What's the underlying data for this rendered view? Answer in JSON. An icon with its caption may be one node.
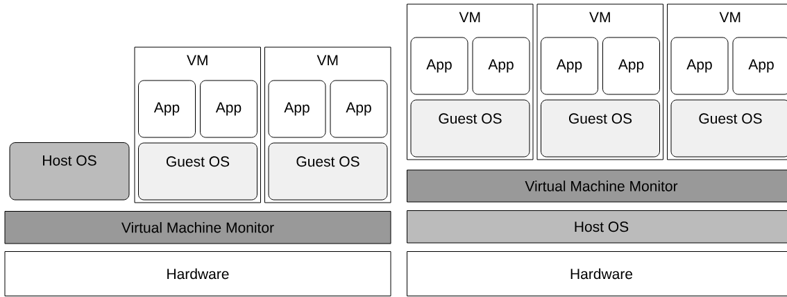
{
  "diagram": {
    "nodes": [
      {
        "text": [
          "Host OS"
        ]
      },
      {
        "text": [
          "VM"
        ]
      },
      {
        "text": [
          "App"
        ],
        "in": 1
      },
      {
        "text": [
          "App"
        ],
        "in": 1
      },
      {
        "text": [
          "Guest OS"
        ],
        "in": 1
      },
      {
        "text": [
          "VM"
        ]
      },
      {
        "text": [
          "App"
        ],
        "in": 5
      },
      {
        "text": [
          "App"
        ],
        "in": 5
      },
      {
        "text": [
          "Guest OS"
        ],
        "in": 5
      },
      {
        "text": [
          "Virtual Machine Monitor"
        ]
      },
      {
        "text": [
          "Hardware"
        ]
      },
      {
        "text": [
          "VM"
        ]
      },
      {
        "text": [
          "App"
        ],
        "in": 11
      },
      {
        "text": [
          "App"
        ],
        "in": 11
      },
      {
        "text": [
          "Guest OS"
        ],
        "in": 11
      },
      {
        "text": [
          "VM"
        ]
      },
      {
        "text": [
          "App"
        ],
        "in": 15
      },
      {
        "text": [
          "App"
        ],
        "in": 15
      },
      {
        "text": [
          "Guest OS"
        ],
        "in": 15
      },
      {
        "text": [
          "VM"
        ]
      },
      {
        "text": [
          "App"
        ],
        "in": 19
      },
      {
        "text": [
          "App"
        ],
        "in": 19
      },
      {
        "text": [
          "Guest OS"
        ],
        "in": 19
      },
      {
        "text": [
          "Virtual Machine Monitor"
        ]
      },
      {
        "text": [
          "Host OS"
        ]
      },
      {
        "text": [
          "Hardware"
        ]
      }
    ]
  }
}
